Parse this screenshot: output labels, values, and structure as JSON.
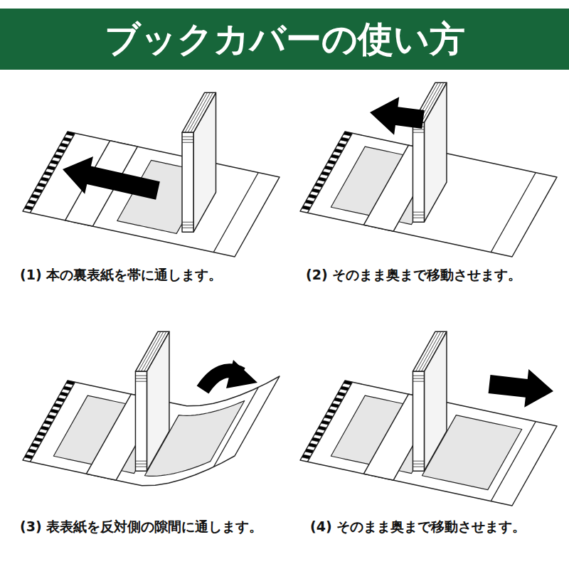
{
  "diagram": {
    "title": "ブックカバーの使い方",
    "labels": [
      "(1) 本の裏表紙を帯に通します。",
      "(2) そのまま奥まで移動させます。",
      "(3) 表表紙を反対側の隙間に通します。",
      "(4) そのまま奥まで移動させます。"
    ]
  }
}
